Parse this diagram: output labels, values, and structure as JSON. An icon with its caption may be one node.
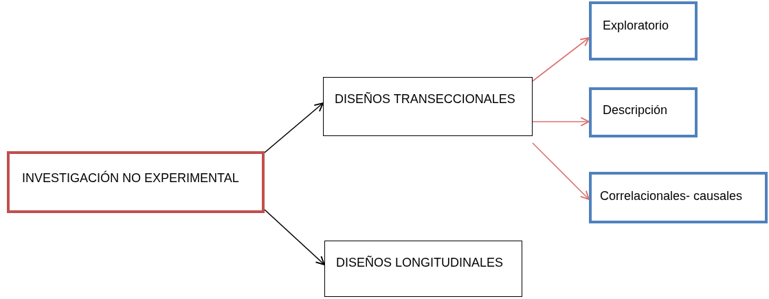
{
  "diagram": {
    "nodes": [
      {
        "text": [
          "INVESTIGACIÓN NO EXPERIMENTAL"
        ]
      },
      {
        "text": [
          "DISEÑOS TRANSECCIONALES"
        ]
      },
      {
        "text": [
          "DISEÑOS LONGITUDINALES"
        ]
      },
      {
        "text": [
          "Exploratorio"
        ]
      },
      {
        "text": [
          "Descripción"
        ]
      },
      {
        "text": [
          "Correlacionales- causales"
        ]
      }
    ],
    "edges": [
      {
        "from": 0,
        "to": 1,
        "arrow": "to",
        "color": "#000000"
      },
      {
        "from": 0,
        "to": 2,
        "arrow": "to",
        "color": "#000000"
      },
      {
        "from": 1,
        "to": 3,
        "arrow": "to"
      },
      {
        "from": 1,
        "to": 4,
        "arrow": "to"
      },
      {
        "from": 1,
        "to": 5,
        "arrow": "to"
      }
    ]
  }
}
